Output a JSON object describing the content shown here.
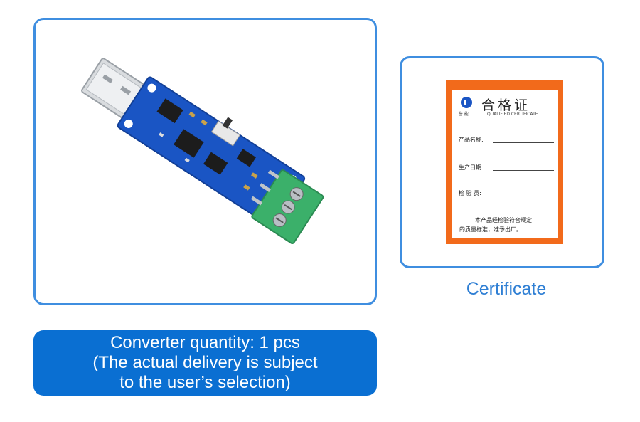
{
  "product": {
    "image_alt": "USB to RS485 converter board with green terminal block"
  },
  "certificate": {
    "caption": "Certificate",
    "logo_text": "誉  能",
    "title": "合格证",
    "subtitle": "QUALIFIED CERTIFICATE",
    "field_name": "产品名称:",
    "field_date": "生产日期:",
    "field_inspector": "检 验 员:",
    "note_line1": "本产品经检验符合规定",
    "note_line2": "的质量标准，准予出厂。"
  },
  "banner": {
    "line1": "Converter quantity: 1 pcs",
    "line2": "(The actual delivery is subject",
    "line3": "to the user’s selection)"
  },
  "colors": {
    "accent_blue": "#3f8ee0",
    "banner_blue": "#0a6fd2",
    "certificate_orange": "#f26a1b",
    "pcb_blue": "#1a55c4",
    "terminal_green": "#3bb06a"
  }
}
